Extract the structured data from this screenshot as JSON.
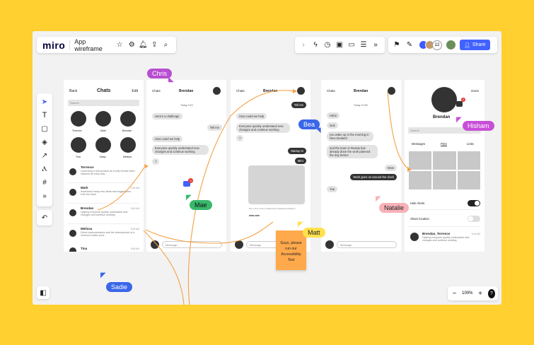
{
  "app": {
    "logo": "miro",
    "board_title": "App wireframe",
    "share_label": "Share",
    "user_count": "12",
    "zoom": "100%",
    "help": "?"
  },
  "colors": {
    "accent": "#4262FF",
    "background": "#FFD02F",
    "board": "#F2F2F2"
  },
  "toolbar_left_icons": [
    "star-icon",
    "gear-icon",
    "bell-icon",
    "upload-icon",
    "search-icon"
  ],
  "toolbar_right_icons": [
    "chevron-right-icon",
    "bolt-icon",
    "timer-icon",
    "frame-icon",
    "comment-icon",
    "notes-icon",
    "more-icon"
  ],
  "side_tools": [
    "select-icon",
    "text-icon",
    "sticky-note-icon",
    "shapes-icon",
    "arrow-icon",
    "pen-icon",
    "frame-icon",
    "more-tools-icon",
    "undo-icon"
  ],
  "frame1": {
    "back": "Back",
    "title": "Chats",
    "edit": "Edit",
    "search": "Search",
    "contacts": [
      "Terrence",
      "Mark",
      "Brendan",
      "Tina",
      "Daisy",
      "Melissa"
    ],
    "chats": [
      {
        "name": "Terrence",
        "preview": "Launching a new product as a fully remote team required an easy way...",
        "time": ""
      },
      {
        "name": "Mark",
        "preview": "Implement many new ideas and suggestions from the team",
        "time": "9:46 AM"
      },
      {
        "name": "Brendan",
        "preview": "Helping everyone quickly understand new changes and continue working",
        "time": "8:46 AM"
      },
      {
        "name": "Melissa",
        "preview": "Direct implementation and the development of a minimum viable prod...",
        "time": "8:45 AM"
      },
      {
        "name": "Tina",
        "preview": "",
        "time": "8:45 AM"
      }
    ]
  },
  "frame2": {
    "back": "Chats",
    "title": "Brendan",
    "date": "Today 9:23",
    "messages": [
      {
        "text": "Here's a challenge",
        "side": "left"
      },
      {
        "text": "Tell me",
        "side": "right"
      },
      {
        "text": "How could we help",
        "side": "left"
      },
      {
        "text": "Everyone quickly understand new changes and continue working",
        "side": "left"
      },
      {
        "text": "?",
        "side": "left"
      }
    ],
    "input": "Message"
  },
  "frame3": {
    "back": "Chats",
    "title": "Brendan",
    "messages": [
      {
        "text": "Tell me",
        "side": "right"
      },
      {
        "text": "How could we help",
        "side": "left"
      },
      {
        "text": "Everyone quickly understand new changes and continue working",
        "side": "left"
      },
      {
        "text": "?",
        "side": "left"
      },
      {
        "text": "Startup in",
        "side": "right"
      },
      {
        "text": "Miro",
        "side": "right"
      }
    ],
    "media_caption": "Miro | Free Online Collaborative Whiteboard Platform",
    "media_link": "miro.com",
    "input": "Message"
  },
  "frame4": {
    "back": "Chats",
    "title": "Brendan",
    "date": "Today 10:56",
    "messages": [
      {
        "text": "Haha",
        "side": "left"
      },
      {
        "text": "look",
        "side": "left"
      },
      {
        "text": "you wake up in the morning in New Zealand",
        "side": "left"
      },
      {
        "text": "and the team in Russia has already done the work planned the day before",
        "side": "left"
      },
      {
        "text": "Wow",
        "side": "right"
      },
      {
        "text": "Work goes on around the clock",
        "side": "right"
      },
      {
        "text": "Yep",
        "side": "left"
      }
    ],
    "input": "Message"
  },
  "frame5": {
    "done": "Done",
    "name": "Brendan",
    "search": "Search",
    "tabs": [
      "Messages",
      "Files",
      "Links"
    ],
    "hide_alerts": "Hide Alerts",
    "share_location": "Share location",
    "thread_name": "Brendan, Terrence",
    "thread_time": "9:46 AM",
    "thread_preview": "Helping everyone quickly understand new changes and continue working"
  },
  "sticky": {
    "text": "Guys, please run our Accessibility Test"
  },
  "comment_badge": "3",
  "profile_badge": "3",
  "cursors": [
    {
      "name": "Chris",
      "color": "#B84ED1"
    },
    {
      "name": "Bea",
      "color": "#3A66E8"
    },
    {
      "name": "Hisham",
      "color": "#C84FD8"
    },
    {
      "name": "Mae",
      "color": "#39B86B"
    },
    {
      "name": "Natalie",
      "color": "#F7B2B8"
    },
    {
      "name": "Matt",
      "color": "#FFE14D"
    },
    {
      "name": "Sadie",
      "color": "#3A66E8"
    }
  ]
}
